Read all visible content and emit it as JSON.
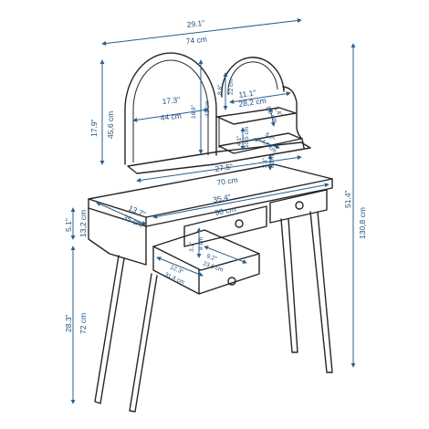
{
  "colors": {
    "outline": "#262626",
    "dimension": "#1d4f7c",
    "background": "#ffffff"
  },
  "dimensions": {
    "total_width": {
      "in": "29.1\"",
      "cm": "74 cm"
    },
    "total_height": {
      "in": "51.4\"",
      "cm": "130,8 cm"
    },
    "mirror_height": {
      "in": "17.9\"",
      "cm": "45,6 cm"
    },
    "mirror_large_width": {
      "in": "17.3\"",
      "cm": "44 cm"
    },
    "mirror_large_height": {
      "in": "16.9\"",
      "cm": "43 cm"
    },
    "mirror_small_height": {
      "in": "8.6\"",
      "cm": "22 cm"
    },
    "shelf_unit_width": {
      "in": "11.1\"",
      "cm": "28,2 cm"
    },
    "shelf_gap_top": {
      "in": "3.4\"",
      "cm": "8,6 cm"
    },
    "shelf_gap_mid": {
      "in": "4.1\"",
      "cm": "10,5 cm"
    },
    "shelf_depth": {
      "in": "5.7\"",
      "cm": "14,6 cm"
    },
    "shelf_height_bottom": {
      "in": "3.1\"",
      "cm": "8 cm"
    },
    "upper_shelf_width": {
      "in": "27.5\"",
      "cm": "70 cm"
    },
    "top_width": {
      "in": "35.4\"",
      "cm": "90 cm"
    },
    "top_depth": {
      "in": "13.7\"",
      "cm": "35 cm"
    },
    "apron_height": {
      "in": "5.1\"",
      "cm": "13,2 cm"
    },
    "leg_height": {
      "in": "28.3\"",
      "cm": "72 cm"
    },
    "drawer_depth": {
      "in": "3.1\"",
      "cm": "8 cm"
    },
    "drawer_inner_width": {
      "in": "9.2\"",
      "cm": "23,6 cm"
    },
    "drawer_outer_width": {
      "in": "12.3\"",
      "cm": "31,4 cm"
    }
  }
}
